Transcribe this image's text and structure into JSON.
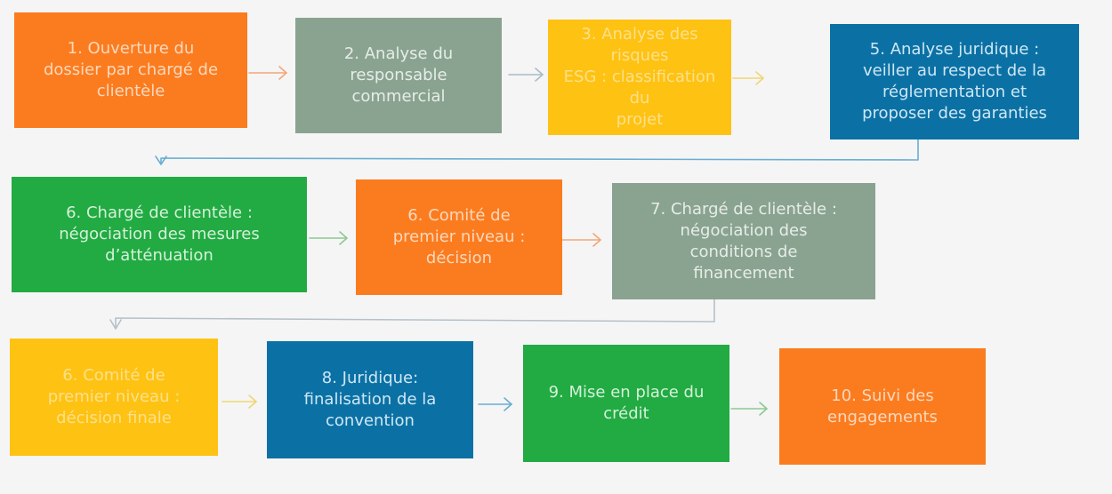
{
  "colors": {
    "background": "#f5f5f6",
    "orange": "#fb7c1f",
    "gray_green": "#8aa390",
    "yellow": "#fec213",
    "blue": "#0b71a5",
    "green": "#21ab42",
    "arrow_orange": "#f4a678",
    "arrow_gray": "#a9bcc4",
    "arrow_yellow": "#eed774",
    "arrow_blue": "#6aaed0",
    "arrow_green": "#8ec891"
  },
  "diagram": {
    "rows": [
      {
        "steps": [
          {
            "id": "s1",
            "label": "1. Ouverture du dossier par chargé de clientèle",
            "color": "orange"
          },
          {
            "id": "s2",
            "label": "2. Analyse du responsable commercial",
            "color": "gray_green"
          },
          {
            "id": "s3",
            "label": "3. Analyse des risques ESG : classification du projet",
            "color": "yellow"
          },
          {
            "id": "s5",
            "label": "5. Analyse juridique : veiller au respect de la réglementation et proposer des garanties",
            "color": "blue"
          }
        ]
      },
      {
        "steps": [
          {
            "id": "s6a",
            "label": "6. Chargé de clientèle : négociation des mesures d’atténuation",
            "color": "green"
          },
          {
            "id": "s6b",
            "label": "6. Comité de premier niveau : décision",
            "color": "orange"
          },
          {
            "id": "s7",
            "label": "7. Chargé de clientèle : négociation des conditions de financement",
            "color": "gray_green"
          }
        ]
      },
      {
        "steps": [
          {
            "id": "s6c",
            "label": "6. Comité de premier niveau : décision finale",
            "color": "yellow"
          },
          {
            "id": "s8",
            "label": "8. Juridique: finalisation de la convention",
            "color": "blue"
          },
          {
            "id": "s9",
            "label": "9. Mise en place du crédit",
            "color": "green"
          },
          {
            "id": "s10",
            "label": "10. Suivi des engagements",
            "color": "orange"
          }
        ]
      }
    ],
    "connectors": [
      {
        "from": "s1",
        "to": "s2",
        "type": "arrow-right"
      },
      {
        "from": "s2",
        "to": "s3",
        "type": "arrow-right"
      },
      {
        "from": "s3",
        "to": "s5",
        "type": "arrow-right"
      },
      {
        "from": "s5",
        "to": "s6a",
        "type": "elbow-down"
      },
      {
        "from": "s6a",
        "to": "s6b",
        "type": "arrow-right"
      },
      {
        "from": "s6b",
        "to": "s7",
        "type": "arrow-right"
      },
      {
        "from": "s7",
        "to": "s6c",
        "type": "elbow-down"
      },
      {
        "from": "s6c",
        "to": "s8",
        "type": "arrow-right"
      },
      {
        "from": "s8",
        "to": "s9",
        "type": "arrow-right"
      },
      {
        "from": "s9",
        "to": "s10",
        "type": "arrow-right"
      }
    ]
  },
  "text_lines": {
    "s1": [
      "1. Ouverture du",
      "dossier par chargé de",
      "clientèle"
    ],
    "s2": [
      "2. Analyse du",
      "responsable",
      "commercial"
    ],
    "s3": [
      "3. Analyse des risques",
      "ESG : classification du",
      "projet"
    ],
    "s5": [
      "5. Analyse juridique :",
      "veiller au respect de la",
      "réglementation et",
      "proposer des garanties"
    ],
    "s6a": [
      "6. Chargé de clientèle :",
      "négociation des mesures",
      "d’atténuation"
    ],
    "s6b": [
      "6. Comité de",
      "premier niveau :",
      "décision"
    ],
    "s7": [
      "7. Chargé de clientèle :",
      "négociation des",
      "conditions de",
      "financement"
    ],
    "s6c": [
      "6. Comité de",
      "premier niveau :",
      "décision finale"
    ],
    "s8": [
      "8. Juridique:",
      "finalisation de la",
      "convention"
    ],
    "s9": [
      "9. Mise en place du",
      "crédit"
    ],
    "s10": [
      "10. Suivi des",
      "engagements"
    ]
  }
}
